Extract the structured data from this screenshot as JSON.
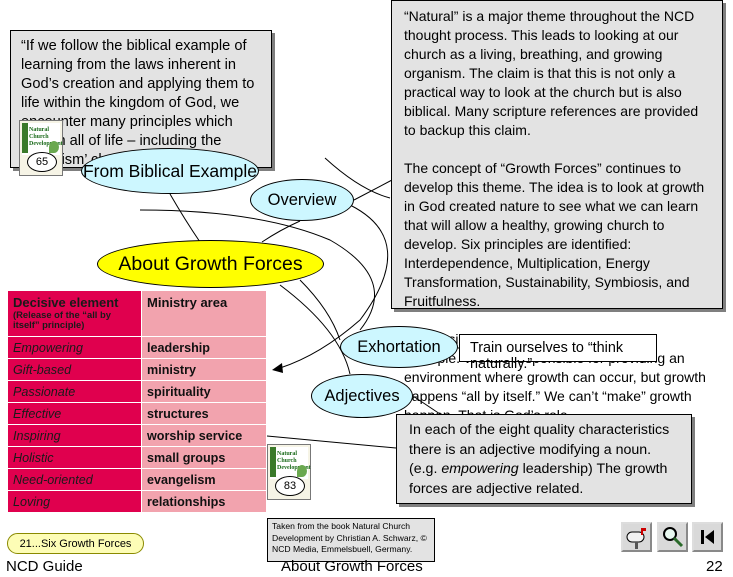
{
  "quote": "“If we follow the biblical example of learning from the laws inherent in God’s creation and applying them to life within the kingdom of God, we encounter many principles which govern all of life – including the ‘organism’ church.”",
  "overview_paragraphs": [
    "“Natural” is a major theme throughout the NCD thought process.  This leads to looking at our church as a living, breathing, and growing organism.  The claim is that this is not only a practical way to look at the church but is also biblical.  Many scripture references are provided to backup this claim.",
    "The concept of “Growth Forces” continues to develop this theme.  The idea is to look at growth in God created nature to see what we can learn that will allow a healthy, growing church to develop.  Six principles are identified: Interdependence, Multiplication, Energy Transformation, Sustainability, Symbiosis, and Fruitfulness.",
    "Emphasis continues on the “all by itself” principle.  We are responsible for providing an environment where growth can occur, but growth happens “all by itself.”  We can’t “make” growth happen.  That is God’s role."
  ],
  "nodes": {
    "biblical": "From Biblical Example",
    "overview": "Overview",
    "center": "About Growth Forces",
    "exhortation": "Exhortation",
    "adjectives": "Adjectives"
  },
  "exhortation_text": "Train ourselves to “think naturally.”",
  "adjectives_text": {
    "before": "In each of the eight quality characteristics there is an adjective modifying a noun.  (e.g. ",
    "italic": "empowering",
    "after": " leadership)  The growth forces are adjective related."
  },
  "table": {
    "header_adj": "Decisive element",
    "header_adj_sub": "(Release of the “all by itself” principle)",
    "header_area": "Ministry area",
    "rows": [
      {
        "adj": "Empowering",
        "area": "leadership"
      },
      {
        "adj": "Gift-based",
        "area": "ministry"
      },
      {
        "adj": "Passionate",
        "area": "spirituality"
      },
      {
        "adj": "Effective",
        "area": "structures"
      },
      {
        "adj": "Inspiring",
        "area": "worship service"
      },
      {
        "adj": "Holistic",
        "area": "small groups"
      },
      {
        "adj": "Need-oriented",
        "area": "evangelism"
      },
      {
        "adj": "Loving",
        "area": "relationships"
      }
    ]
  },
  "books": [
    {
      "title": "Natural Church Development",
      "page": "65"
    },
    {
      "title": "Natural Church Development",
      "page": "83"
    }
  ],
  "citation": "Taken from the book Natural Church Development by Christian A. Schwarz, © NCD Media, Emmelsbuell, Germany.",
  "section_link": "21...Six Growth Forces",
  "footer": {
    "left": "NCD Guide",
    "center": "About Growth Forces",
    "right": "22"
  },
  "nav_icons": [
    "mailbox-icon",
    "magnifier-icon",
    "first-page-icon"
  ],
  "colors": {
    "oval": "#cdf7ff",
    "center_oval": "#ffff00",
    "adj_cell": "#e0004e",
    "area_cell": "#f2a3ae",
    "box": "#e3e3e3"
  }
}
